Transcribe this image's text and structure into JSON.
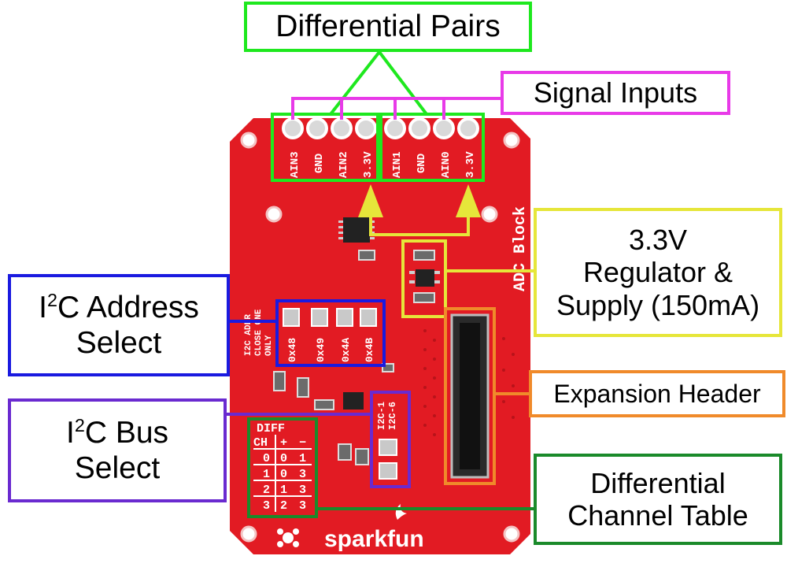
{
  "callouts": {
    "differential_pairs": "Differential Pairs",
    "signal_inputs": "Signal Inputs",
    "regulator_line1": "3.3V",
    "regulator_line2": "Regulator &",
    "regulator_line3": "Supply (150mA)",
    "i2c_address_prefix": "I",
    "i2c_address_sup": "2",
    "i2c_address_rest": "C Address",
    "i2c_address_line2": "Select",
    "i2c_bus_prefix": "I",
    "i2c_bus_sup": "2",
    "i2c_bus_rest": "C Bus",
    "i2c_bus_line2": "Select",
    "expansion_header": "Expansion Header",
    "diff_table_line1": "Differential",
    "diff_table_line2": "Channel Table"
  },
  "board": {
    "pins": [
      "AIN3",
      "GND",
      "AIN2",
      "3.3V",
      "AIN1",
      "GND",
      "AIN0",
      "3.3V"
    ],
    "block_title": "ADC Block",
    "addr_silk": [
      "I2C ADDR",
      "CLOSE ONE",
      "ONLY"
    ],
    "addr_jumpers": [
      "0x48",
      "0x49",
      "0x4A",
      "0x4B"
    ],
    "bus_jumpers": [
      "I2C-1",
      "I2C-6"
    ],
    "table_title": "DIFF",
    "table_header": [
      "CH",
      "+",
      "−"
    ],
    "table_rows": [
      [
        "0",
        "0",
        "1"
      ],
      [
        "1",
        "0",
        "3"
      ],
      [
        "2",
        "1",
        "3"
      ],
      [
        "3",
        "2",
        "3"
      ]
    ],
    "brand": "sparkfun"
  },
  "colors": {
    "board": "#e21b23",
    "differential_pairs": "#1ee81e",
    "signal_inputs": "#e83ae8",
    "regulator": "#e6e63a",
    "i2c_address": "#1a1ae0",
    "i2c_bus": "#6a2ad0",
    "expansion_header": "#f08a2a",
    "diff_table": "#1a8a2a"
  }
}
